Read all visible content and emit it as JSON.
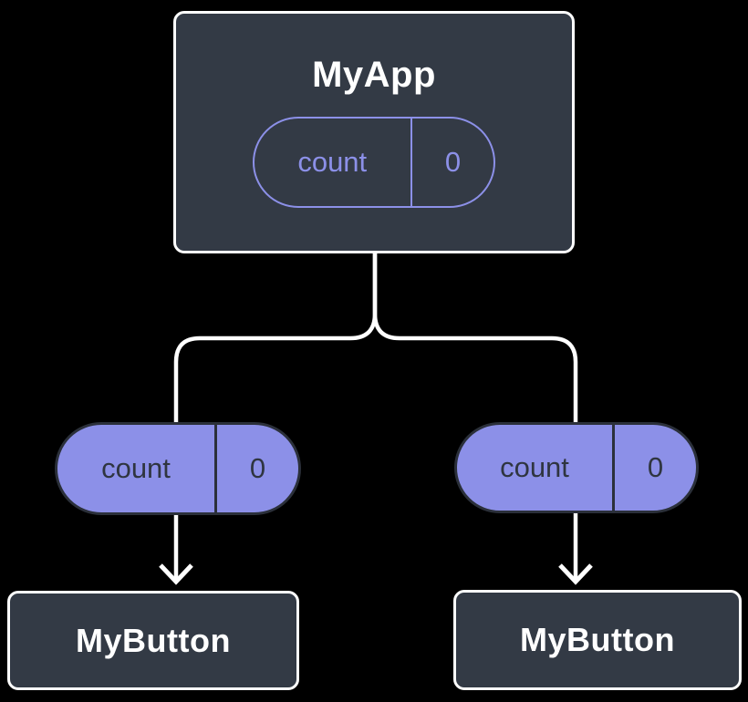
{
  "diagram": {
    "parent": {
      "title": "MyApp",
      "state": {
        "label": "count",
        "value": "0"
      }
    },
    "left_prop": {
      "label": "count",
      "value": "0"
    },
    "right_prop": {
      "label": "count",
      "value": "0"
    },
    "left_child": {
      "title": "MyButton"
    },
    "right_child": {
      "title": "MyButton"
    },
    "colors": {
      "background": "#000000",
      "node_fill": "#333A45",
      "node_border": "#FFFFFF",
      "accent_purple": "#8C90E8",
      "pill_dark_text": "#2F3540",
      "pill_dark_border": "#2B303A",
      "connector": "#FFFFFF"
    }
  }
}
